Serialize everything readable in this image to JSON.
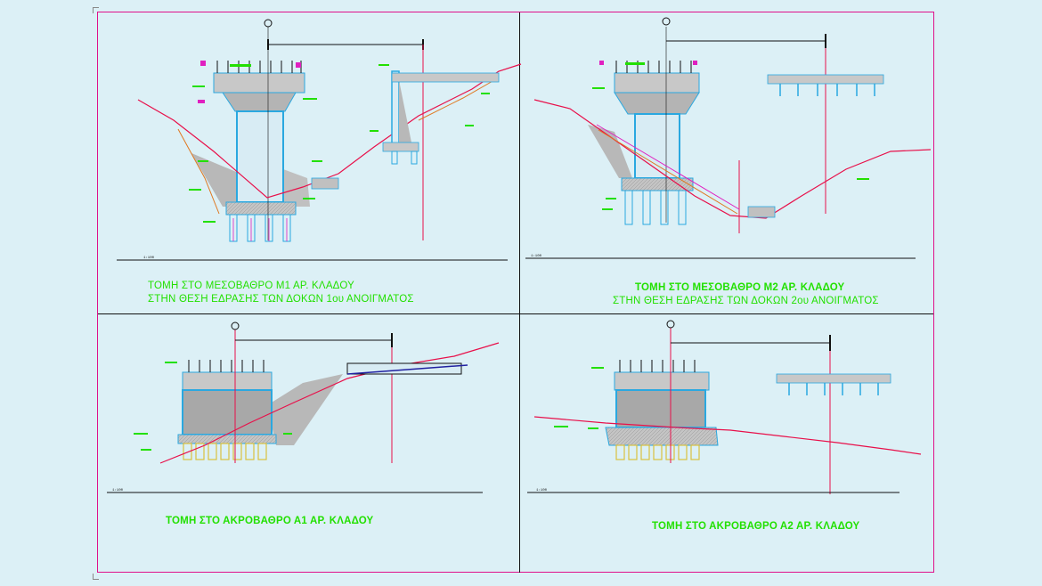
{
  "sheet": {
    "panels": [
      {
        "id": "M1",
        "title_line1": "ΤΟΜΗ ΣΤΟ ΜΕΣΟΒΑΘΡΟ Μ1 ΑΡ. ΚΛΑΔΟΥ",
        "title_line2": "ΣΤΗΝ ΘΕΣΗ ΕΔΡΑΣΗΣ ΤΩΝ ΔΟΚΩΝ 1ου ΑΝΟΙΓΜΑΤΟΣ"
      },
      {
        "id": "M2",
        "title_line1": "ΤΟΜΗ ΣΤΟ ΜΕΣΟΒΑΘΡΟ Μ2 ΑΡ. ΚΛΑΔΟΥ",
        "title_line2": "ΣΤΗΝ ΘΕΣΗ ΕΔΡΑΣΗΣ ΤΩΝ ΔΟΚΩΝ 2ου ΑΝΟΙΓΜΑΤΟΣ"
      },
      {
        "id": "A1",
        "title_line1": "ΤΟΜΗ ΣΤΟ ΑΚΡΟΒΑΘΡΟ Α1 ΑΡ. ΚΛΑΔΟΥ"
      },
      {
        "id": "A2",
        "title_line1": "ΤΟΜΗ ΣΤΟ ΑΚΡΟΒΑΘΡΟ Α2 ΑΡ. ΚΛΑΔΟΥ"
      }
    ],
    "scale_label": "1:100"
  },
  "colors": {
    "background": "#dcf0f6",
    "frame": "#e0108a",
    "title_green": "#22e000",
    "ground_line": "#e8104a",
    "concrete_fill": "#b4b4b4",
    "outline_blue": "#2aa8e0",
    "pile_yellow": "#d8c040",
    "rebar_magenta": "#e020c0",
    "orange": "#e07820"
  }
}
